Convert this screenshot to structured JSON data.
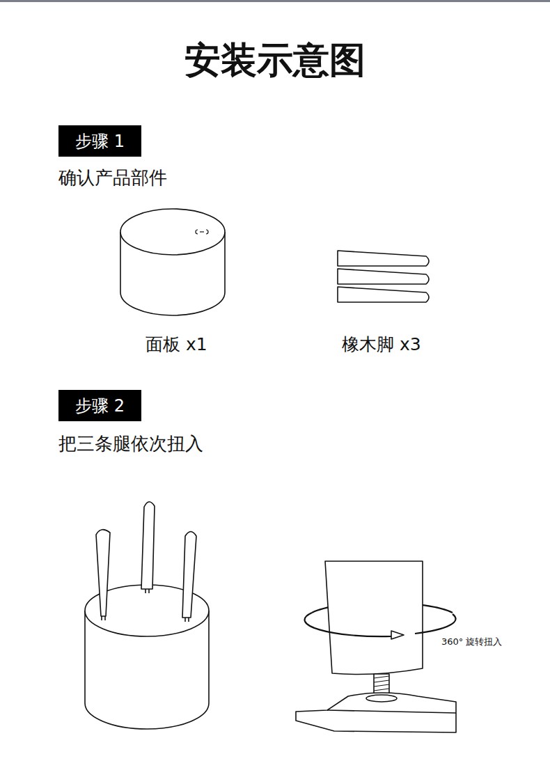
{
  "diagram": {
    "title": "安装示意图",
    "nodes": [
      {
        "text": [
          "步骤 1"
        ]
      },
      {
        "text": [
          "步骤 2"
        ]
      }
    ],
    "labels": [
      "确认产品部件",
      "面板 x1",
      "橡木脚 x3",
      "把三条腿依次扭入",
      "360° 旋转扭入"
    ]
  }
}
